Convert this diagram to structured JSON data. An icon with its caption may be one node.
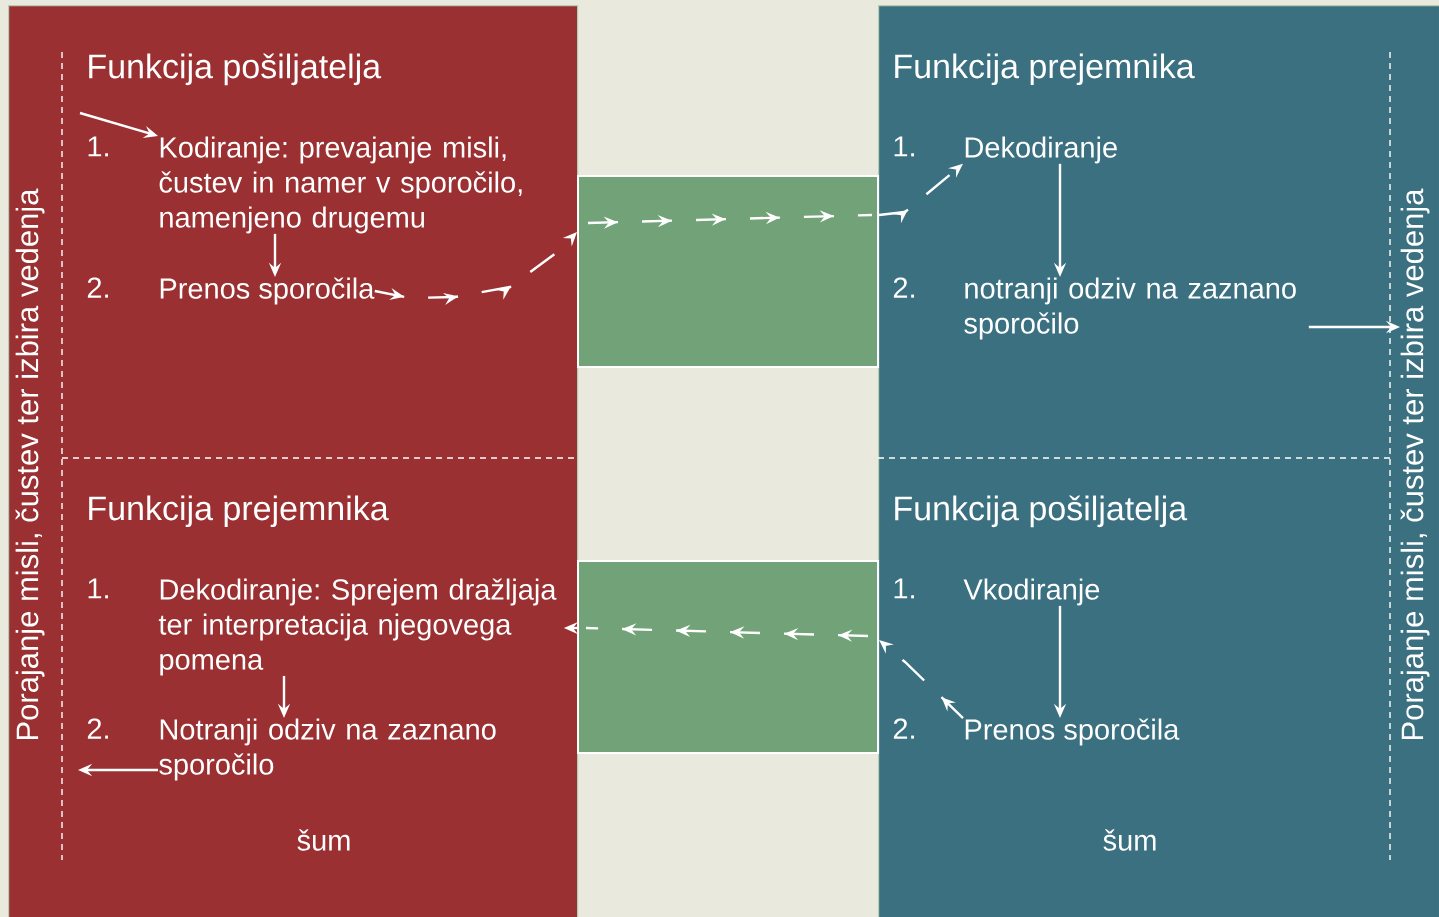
{
  "diagram": {
    "nodes": [
      {
        "text": [
          "šum"
        ]
      },
      {
        "text": [
          "Porajanje misli, čustev ter izbira vedenja"
        ],
        "in": 0
      },
      {
        "text": [
          "Kodiranje: prevajanje misli, čustev in namer v sporočilo, namenjeno drugemu"
        ],
        "in": 0
      },
      {
        "text": [
          "Prenos sporočila"
        ],
        "in": 0
      },
      {
        "text": [
          "Dekodiranje: Sprejem dražljaja ter interpretacija njegovega pomena"
        ],
        "in": 0
      },
      {
        "text": [
          "Notranji odziv na zaznano sporočilo"
        ],
        "in": 0
      },
      {
        "text": [
          "šum"
        ]
      },
      {
        "text": [
          "Dekodiranje"
        ],
        "in": 6
      },
      {
        "text": [
          "notranji odziv na zaznano sporočilo"
        ],
        "in": 6
      },
      {
        "text": [
          "Vkodiranje"
        ],
        "in": 6
      },
      {
        "text": [
          "Prenos sporočila"
        ],
        "in": 6
      },
      {
        "text": [
          "Porajanje misli, čustev ter izbira vedenja"
        ],
        "in": 6
      },
      {
        "text": [],
        "shape": "box"
      },
      {
        "text": [],
        "shape": "box"
      }
    ],
    "edges": [
      {
        "from": null,
        "to": 2,
        "arrow": "to"
      },
      {
        "from": 2,
        "to": 3,
        "arrow": "to"
      },
      {
        "from": 3,
        "to": 12,
        "arrow": "to",
        "style": "dashed"
      },
      {
        "from": 7,
        "to": 8,
        "arrow": "to"
      },
      {
        "from": 8,
        "to": 11,
        "arrow": "to"
      },
      {
        "from": 9,
        "to": 10,
        "arrow": "to"
      },
      {
        "from": 10,
        "to": 13,
        "arrow": "to",
        "style": "dashed"
      },
      {
        "from": 4,
        "to": 5,
        "arrow": "to"
      },
      {
        "from": 5,
        "to": null,
        "arrow": "to"
      },
      {
        "from": 12,
        "to": 7,
        "arrow": "to",
        "style": "dashed"
      },
      {
        "from": 13,
        "to": 4,
        "arrow": "to",
        "style": "dashed"
      }
    ],
    "labels": [
      "Funkcija pošiljatelja",
      "1.",
      "2.",
      "Funkcija prejemnika",
      "1.",
      "2.",
      "Funkcija prejemnika",
      "1.",
      "2.",
      "Funkcija pošiljatelja",
      "1.",
      "2."
    ]
  }
}
